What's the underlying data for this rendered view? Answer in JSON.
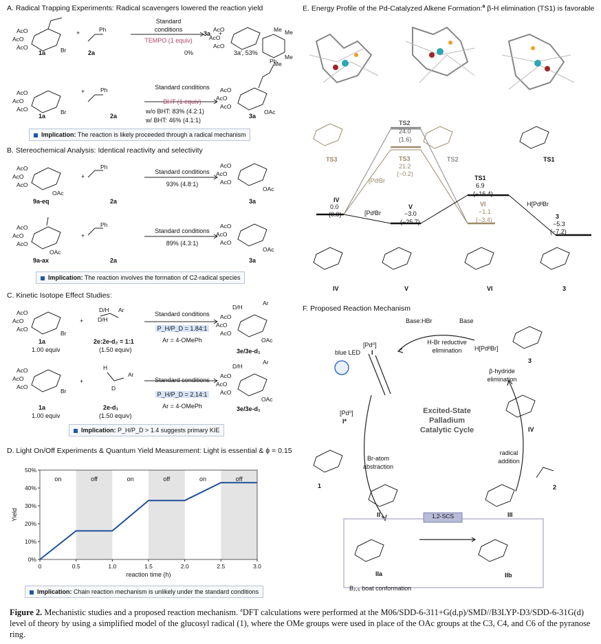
{
  "panelA": {
    "title": "A. Radical Trapping Experiments:",
    "subtitle": "Radical scavengers lowered the reaction yield",
    "row1": {
      "r1": "1a",
      "r2": "2a",
      "cond1": "Standard",
      "cond2": "conditions",
      "cond3": "TEMPO (1 equiv)",
      "p1": "3a",
      "p2": "3a′, 53%",
      "y1": "0%"
    },
    "row2": {
      "r1": "1a",
      "r2": "2a",
      "cond1": "Standard conditions",
      "cond2": "BHT (1 equiv)",
      "cond3": "w/o BHT: 83% (4.2:1)",
      "cond4": "w/ BHT: 46% (4.1:1)",
      "p": "3a"
    },
    "impl_b": "Implication:",
    "impl": " The reaction is likely proceeded through a radical mechanism"
  },
  "panelB": {
    "title": "B. Stereochemical Analysis:",
    "subtitle": "Identical reactivity and selectivity",
    "row1": {
      "r1": "9a-eq",
      "r2": "2a",
      "c1": "Standard conditions",
      "c2": "93% (4.8:1)",
      "p": "3a"
    },
    "row2": {
      "r1": "9a-ax",
      "r2": "2a",
      "c1": "Standard conditions",
      "c2": "89% (4.3:1)",
      "p": "3a"
    },
    "impl_b": "Implication:",
    "impl": " The reaction involves the formation of C2-radical species"
  },
  "panelC": {
    "title": "C. Kinetic Isotope Effect Studies:",
    "row1": {
      "r1": "1a",
      "r1b": "1.00 equiv",
      "r2": "2e:2e-d₂ = 1:1",
      "r2b": "(1.50 equiv)",
      "c1": "Standard conditions",
      "c2": "P_H/P_D = 1.84:1",
      "c3": "Ar = 4-OMePh",
      "p": "3e/3e-d₁"
    },
    "row2": {
      "r1": "1a",
      "r1b": "1.00 equiv",
      "r2": "2e-d₁",
      "r2b": "(1.50 equiv)",
      "c1": "Standard conditions",
      "c2": "P_H/P_D = 2.14:1",
      "c3": "Ar = 4-OMePh",
      "p": "3e/3e-d₁"
    },
    "impl_b": "Implication:",
    "impl": " P_H/P_D > 1.4 suggests primary KIE"
  },
  "panelD": {
    "title": "D. Light On/Off Experiments & Quantum Yield Measurement:",
    "subtitle": "Light is essential & ϕ = 0.15",
    "impl_b": "Implication:",
    "impl": " Chain reaction mechanism is unlikely under the standard conditions"
  },
  "chart_data": {
    "type": "line",
    "xlabel": "reaction time (h)",
    "ylabel": "Yield",
    "xlim": [
      0,
      3.0
    ],
    "ylim": [
      0,
      50
    ],
    "xticks": [
      "0",
      "0.5",
      "1.0",
      "1.5",
      "2.0",
      "2.5",
      "3.0"
    ],
    "yticks": [
      "0%",
      "10%",
      "20%",
      "30%",
      "40%",
      "50%"
    ],
    "x": [
      0,
      0.5,
      1.0,
      1.5,
      2.0,
      2.5,
      3.0
    ],
    "y": [
      0,
      16,
      16,
      33,
      33,
      43,
      43
    ],
    "regions": [
      {
        "label": "on",
        "from": 0,
        "to": 0.5
      },
      {
        "label": "off",
        "from": 0.5,
        "to": 1.0
      },
      {
        "label": "on",
        "from": 1.0,
        "to": 1.5
      },
      {
        "label": "off",
        "from": 1.5,
        "to": 2.0
      },
      {
        "label": "on",
        "from": 2.0,
        "to": 2.5
      },
      {
        "label": "off",
        "from": 2.5,
        "to": 3.0
      }
    ],
    "line_color": "#1f4e9c",
    "off_shade": "#e4e4e4"
  },
  "panelE": {
    "title": "E. Energy Profile of the Pd-Catalyzed Alkene Formation:",
    "sup": "a",
    "subtitle": " β-H elimination (TS1) is favorable",
    "states": {
      "IV": [
        "IV",
        "0.0",
        "(0.0)"
      ],
      "TS2": [
        "TS2",
        "24.0",
        "(1.6)"
      ],
      "TS3": [
        "TS3",
        "21.2",
        "(−0.2)"
      ],
      "V": [
        "V",
        "−3.0",
        "(−25.7)"
      ],
      "TS1": [
        "TS1",
        "6.9",
        "(−16.4)"
      ],
      "VI": [
        "VI",
        "−1.1",
        "(−3.4)"
      ],
      "P3": [
        "3",
        "−5.3",
        "(−7.2)"
      ]
    },
    "pdbr": "[PdᴵBr",
    "hpdbr": "H[PdᴵᴵBr",
    "labels_top": [
      "TS3",
      "TS2",
      "TS1"
    ],
    "labels_bottom": [
      "IV",
      "V",
      "VI",
      "3"
    ]
  },
  "panelF": {
    "title": "F. Proposed Reaction Mechanism",
    "center": [
      "Excited-State",
      "Palladium",
      "Catalytic Cycle"
    ],
    "blue_led": "blue LED",
    "pd0": "[Pd⁰]",
    "I": "I",
    "Istar": "I*",
    "base_hbr": "Base:HBr",
    "base": "Base",
    "hbr1": "H-Br reductive",
    "hbr2": "elimination",
    "bh1": "β-hydride",
    "bh2": "elimination",
    "hpdbr": "H[PdᴵᴵBr]",
    "br1": "Br-atom",
    "br2": "abstraction",
    "ra1": "radical",
    "ra2": "addition",
    "scs": "1,2-SCS",
    "boat": "B₂,₅ boat conformation",
    "labels": [
      "1",
      "II",
      "III",
      "IV",
      "IIa",
      "IIb",
      "2",
      "3"
    ]
  },
  "caption": {
    "fig": "Figure 2.",
    "text": " Mechanistic studies and a proposed reaction mechanism. ",
    "sup": "a",
    "rest": "DFT calculations were performed at the M06/SDD-6-311+G(d,p)/SMD//B3LYP-D3/SDD-6-31G(d) level of theory by using a simplified model of the glucosyl radical (1), where the OMe groups were used in place of the OAc groups at the C3, C4, and C6 of the pyranose ring."
  }
}
